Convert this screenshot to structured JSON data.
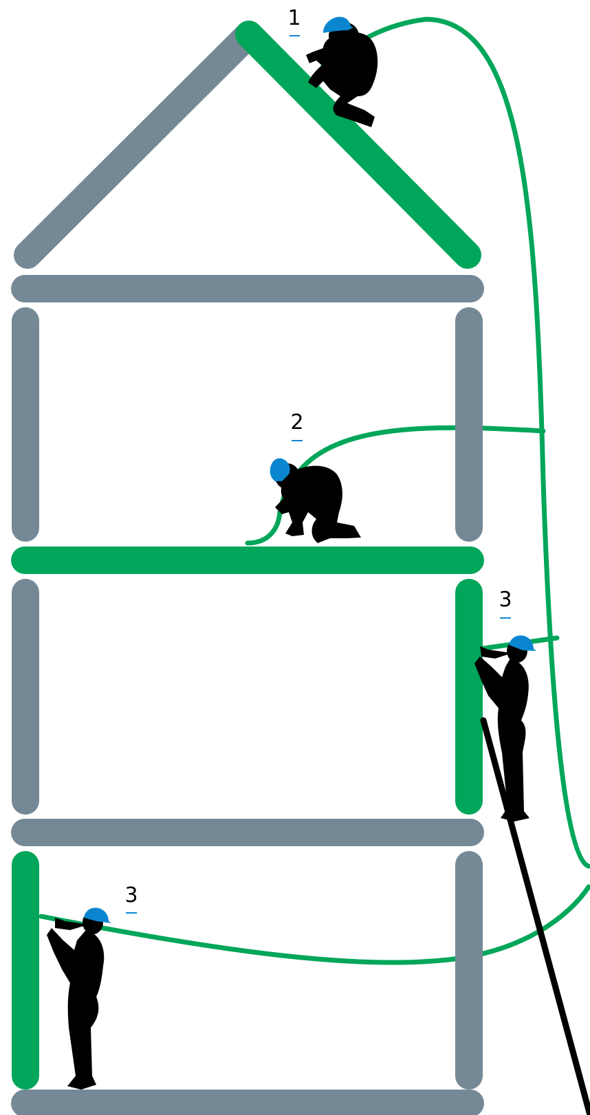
{
  "colors": {
    "background": "#ffffff",
    "structure": "#758895",
    "highlight": "#00a65a",
    "cable": "#00a65a",
    "helmet": "#0a86d0",
    "worker": "#000000",
    "label_text": "#000000",
    "label_underline": "#0a86d0"
  },
  "labels": {
    "roof_worker": "1",
    "floor_worker": "2",
    "ladder_worker": "3",
    "wall_worker": "3"
  },
  "icons": {
    "worker": "worker-silhouette-icon",
    "helmet": "hard-hat-icon",
    "ladder": "ladder-icon"
  }
}
